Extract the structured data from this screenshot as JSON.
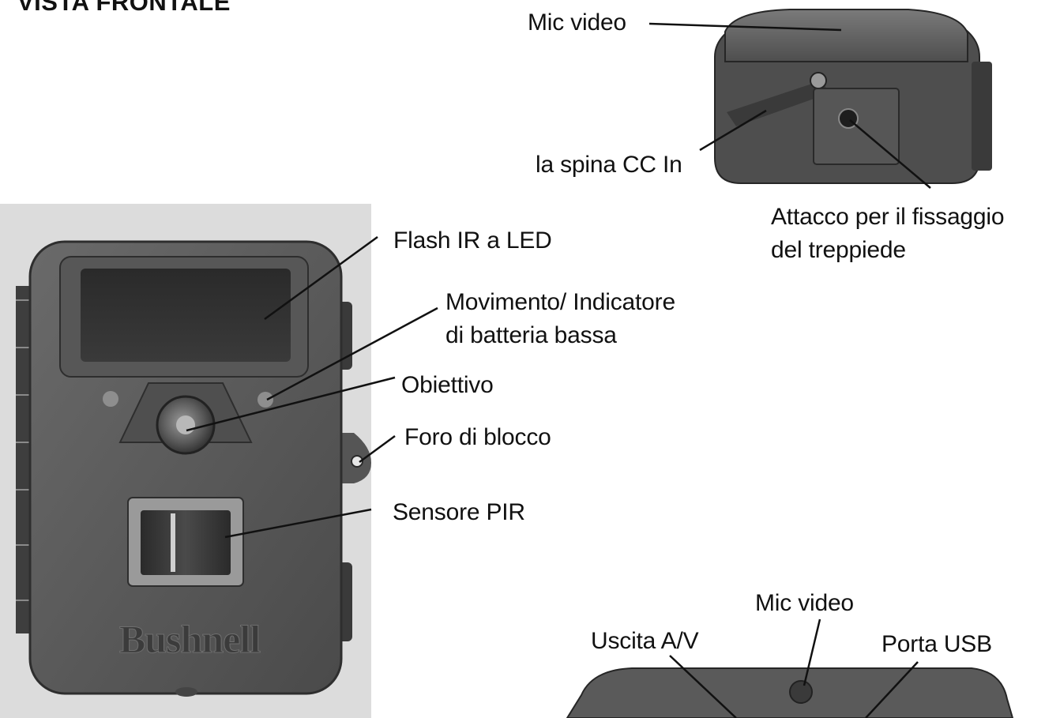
{
  "heading": "VISTA FRONTALE",
  "brand_logo": "Bushnell",
  "labels": {
    "mic_video_top": "Mic video",
    "spina_cc": "la spina CC In",
    "attacco_line1": "Attacco per il fissaggio",
    "attacco_line2": "del treppiede",
    "flash": "Flash IR a LED",
    "movimento_line1": "Movimento/ Indicatore",
    "movimento_line2": "di batteria bassa",
    "obiettivo": "Obiettivo",
    "foro": "Foro di blocco",
    "sensore": "Sensore PIR",
    "mic_video_bottom": "Mic video",
    "uscita_av": "Uscita A/V",
    "porta_usb": "Porta USB"
  },
  "colors": {
    "camera_body": "#5c5c5c",
    "camera_dark": "#2e2e2e",
    "leader_line": "#111111"
  }
}
